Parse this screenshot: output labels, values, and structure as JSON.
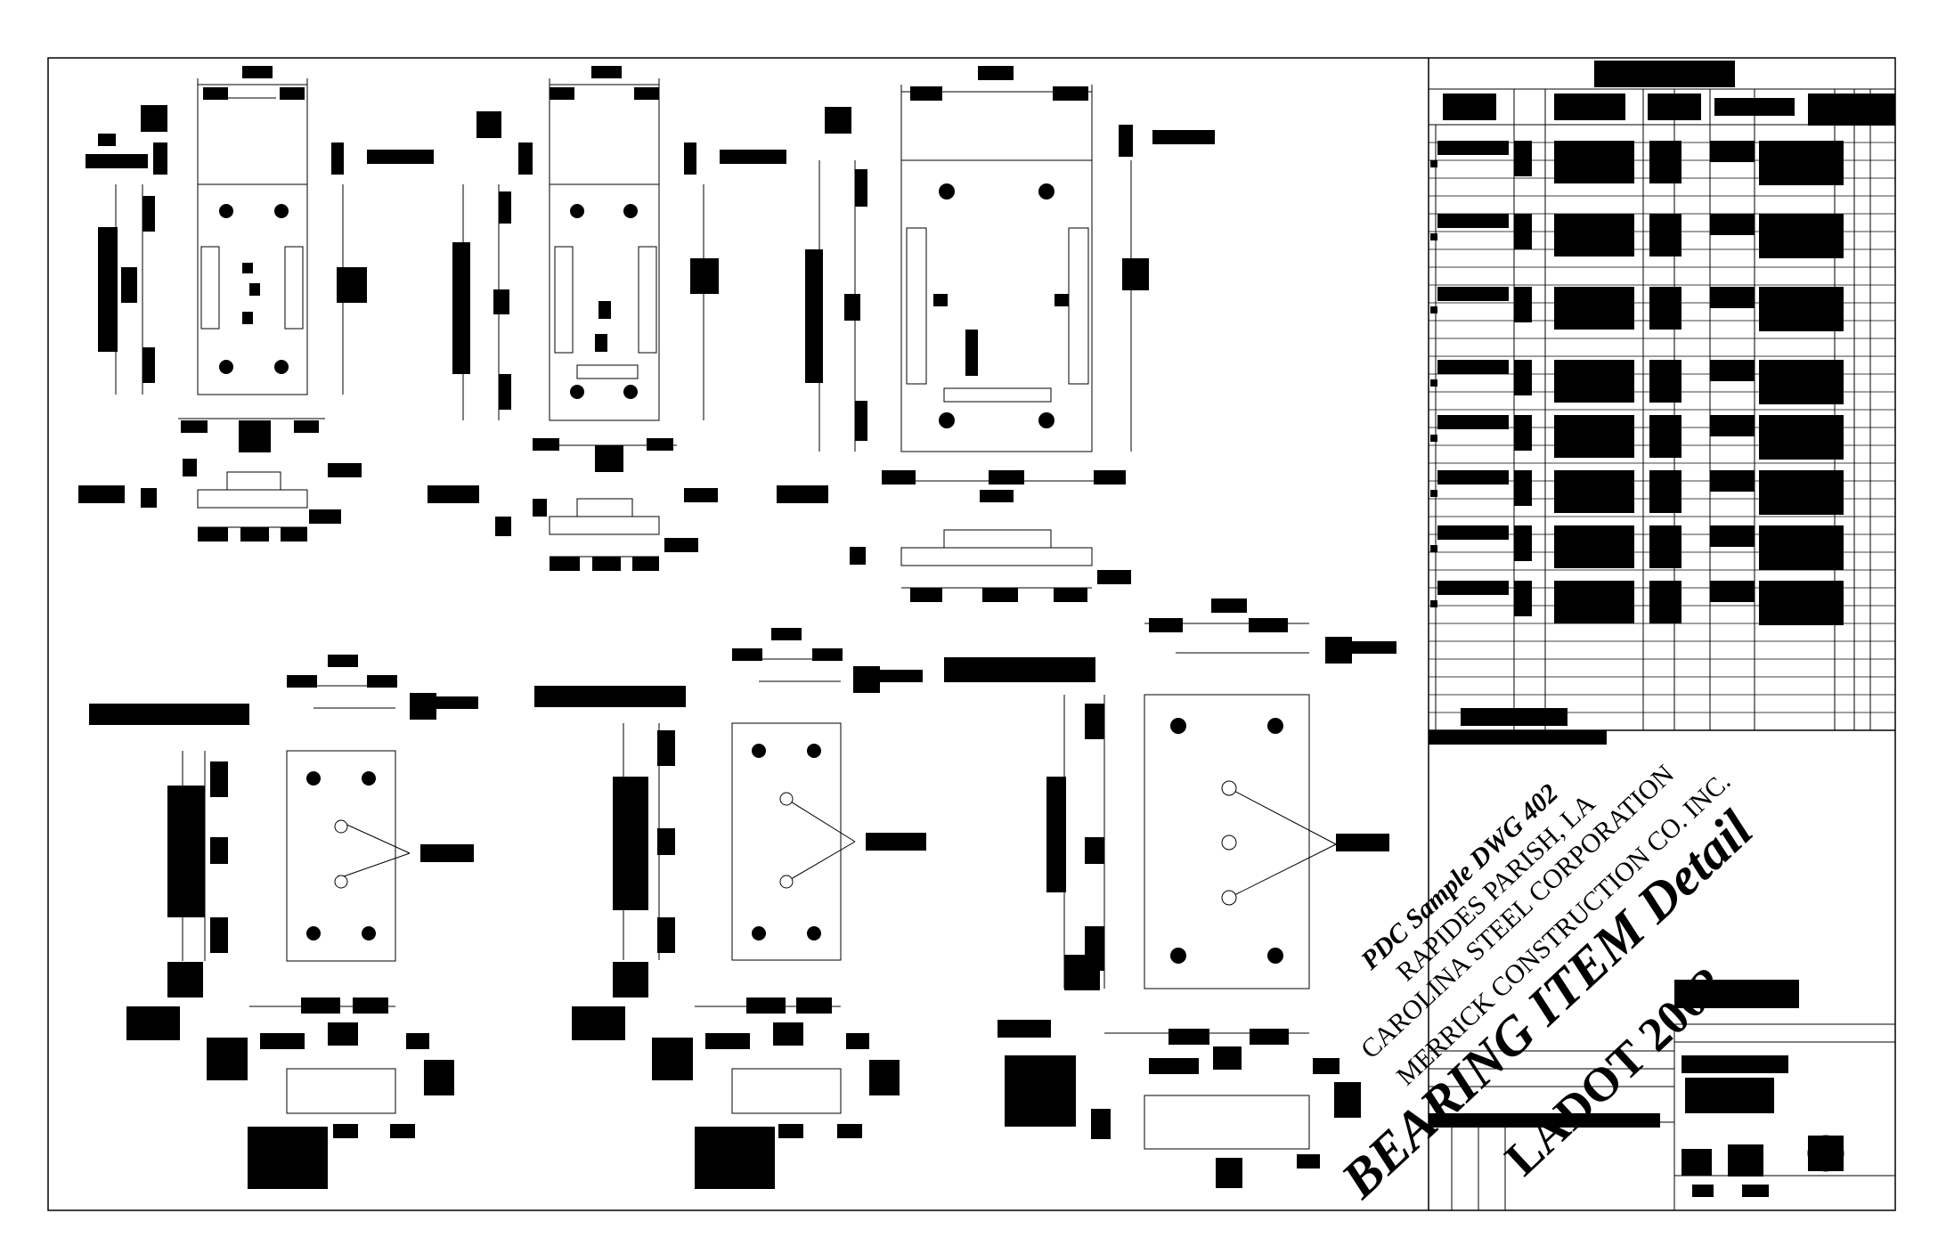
{
  "stamp": {
    "line1": "PDC Sample DWG 402",
    "line2": "RAPIDES PARISH, LA",
    "line3": "CAROLINA STEEL CORPORATION",
    "line4": "MERRICK CONSTRUCTION CO. INC.",
    "line5": "BEARING ITEM Detail",
    "line6": "LADOT 2002"
  },
  "colors": {
    "ink": "#000000",
    "paper": "#ffffff"
  }
}
